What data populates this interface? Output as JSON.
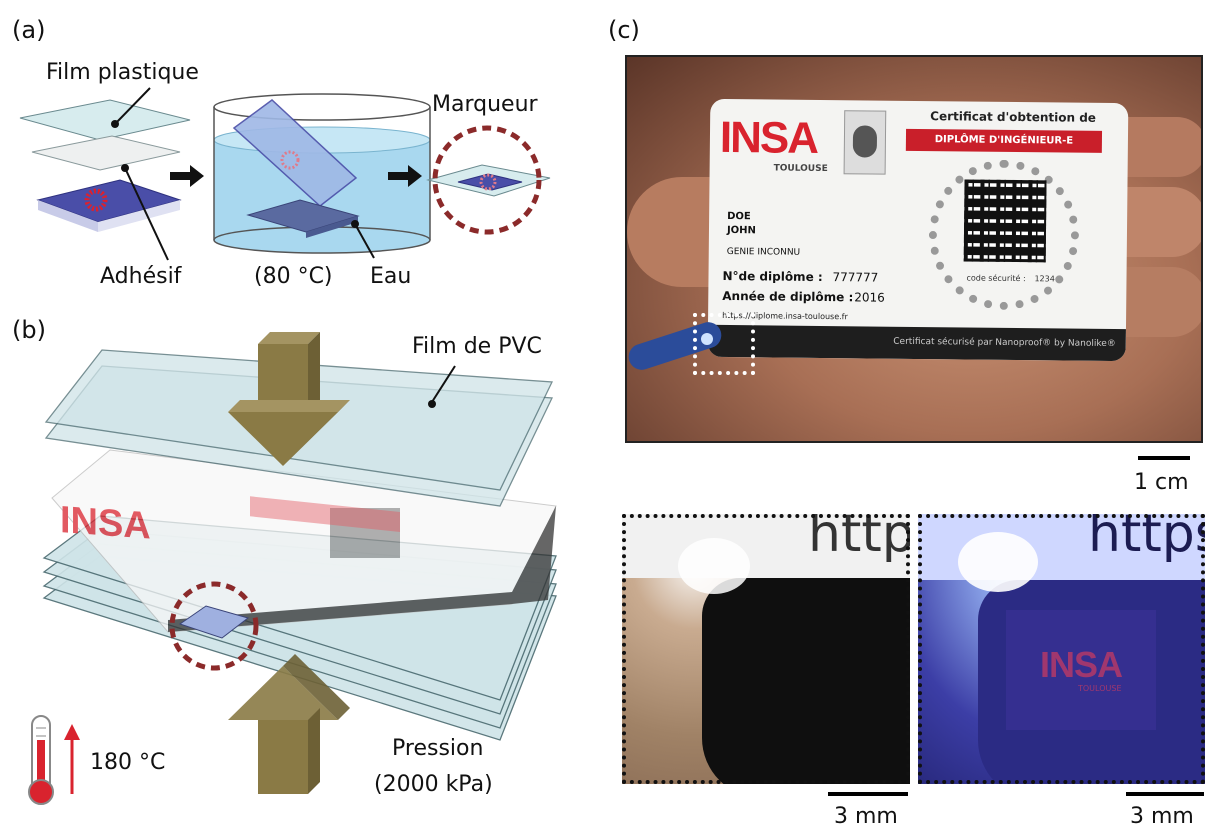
{
  "panel_a": {
    "letter": "(a)",
    "film_label": "Film plastique",
    "adhesive_label": "Adhésif",
    "temperature_label": "(80 °C)",
    "water_label": "Eau",
    "marker_label": "Marqueur"
  },
  "panel_b": {
    "letter": "(b)",
    "pvc_label": "Film de PVC",
    "temperature_label": "180 °C",
    "pressure_label_1": "Pression",
    "pressure_label_2": "(2000 kPa)"
  },
  "panel_c": {
    "letter": "(c)",
    "scale_top": "1 cm",
    "scale_bottom_left": "3 mm",
    "scale_bottom_right": "3 mm",
    "card": {
      "logo": "INSA",
      "logo_sub": "TOULOUSE",
      "title": "Certificat d'obtention de",
      "banner": "DIPLÔME D'INGÉNIEUR-E",
      "last_name": "DOE",
      "first_name": "JOHN",
      "program": "GENIE INCONNU",
      "diploma_no_label": "N°de diplôme :",
      "diploma_no": "777777",
      "year_label": "Année de diplôme :",
      "year": "2016",
      "url": "https://diplome.insa-toulouse.fr",
      "security_label": "code sécurité :",
      "security_code": "1234",
      "footer": "Certificat sécurisé par Nanoproof® by Nanolike®"
    },
    "zoom_text": "https",
    "uv_logo": "INSA",
    "uv_logo_sub": "TOULOUSE"
  },
  "colors": {
    "glass": "#cfe6ea",
    "glass_stroke": "#4a6a70",
    "water": "#a9d8ef",
    "substrate": "#4a4ea8",
    "arrow": "#8a7a45",
    "marker_ring": "#8b2a2a",
    "insa_red": "#d9232e"
  }
}
